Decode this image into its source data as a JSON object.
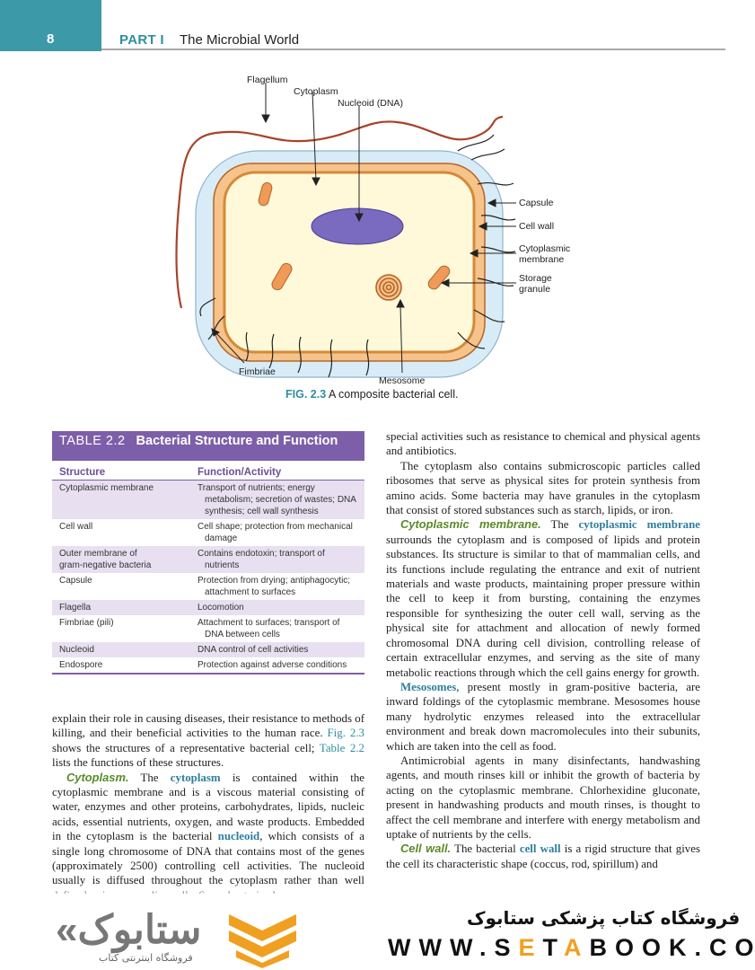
{
  "header": {
    "page_number": "8",
    "part": "PART I",
    "title": "The Microbial World"
  },
  "figure": {
    "labels": {
      "flagellum": "Flagellum",
      "cytoplasm": "Cytoplasm",
      "nucleoid": "Nucleoid (DNA)",
      "capsule": "Capsule",
      "cell_wall": "Cell wall",
      "cyto_membrane_1": "Cytoplasmic",
      "cyto_membrane_2": "membrane",
      "storage_1": "Storage",
      "storage_2": "granule",
      "fimbriae": "Fimbriae",
      "mesosome": "Mesosome"
    },
    "caption_num": "FIG. 2.3",
    "caption_text": " A composite bacterial cell.",
    "colors": {
      "capsule": "#d8ecf7",
      "wall": "#f2a65a",
      "cytoplasm": "#fff9d9",
      "nucleoid": "#7a6bc0",
      "flagellum": "#a8432a"
    }
  },
  "table": {
    "number": "TABLE 2.2",
    "title": "Bacterial Structure and Function",
    "columns": [
      "Structure",
      "Function/Activity"
    ],
    "rows": [
      {
        "s": [
          "Cytoplasmic membrane"
        ],
        "f": [
          "Transport of nutrients; energy",
          "metabolism; secretion of wastes; DNA",
          "synthesis; cell wall synthesis"
        ]
      },
      {
        "s": [
          "Cell wall"
        ],
        "f": [
          "Cell shape; protection from mechanical",
          "damage"
        ]
      },
      {
        "s": [
          "Outer membrane of",
          "gram-negative bacteria"
        ],
        "f": [
          "Contains endotoxin; transport of",
          "nutrients"
        ]
      },
      {
        "s": [
          "Capsule"
        ],
        "f": [
          "Protection from drying; antiphagocytic;",
          "attachment to surfaces"
        ]
      },
      {
        "s": [
          "Flagella"
        ],
        "f": [
          "Locomotion"
        ]
      },
      {
        "s": [
          "Fimbriae (pili)"
        ],
        "f": [
          "Attachment to surfaces; transport of",
          "DNA between cells"
        ]
      },
      {
        "s": [
          "Nucleoid"
        ],
        "f": [
          "DNA control of cell activities"
        ]
      },
      {
        "s": [
          "Endospore"
        ],
        "f": [
          "Protection against adverse conditions"
        ]
      }
    ]
  },
  "left_col": {
    "p1": "explain their role in causing diseases, their resistance to methods of killing, and their beneficial activities to the human race.",
    "p1_ref1": "Fig. 2.3",
    "p1_b": " shows the structures of a representative bacterial cell;",
    "p1_ref2": "Table 2.2",
    "p1_c": " lists the functions of these structures.",
    "p2_term": "Cytoplasm.",
    "p2_a": " The ",
    "p2_kw": "cytoplasm",
    "p2_b": " is contained within the cytoplasmic membrane and is a viscous material consisting of water, enzymes and other proteins, carbohydrates, lipids, nucleic acids, essential nutrients, oxygen, and waste products. Embedded in the cytoplasm is the bacterial ",
    "p2_kw2": "nucleoid",
    "p2_c": ", which consists of a single long chromosome of DNA that contains most of the genes (approximately 2500) controlling cell activities. The nucleoid usually is diffused throughout the cytoplasm rather than well defined as in mammalian cells. Some bacteria also"
  },
  "right_col": {
    "p1": "special activities such as resistance to chemical and physical agents and antibiotics.",
    "p2": "The cytoplasm also contains submicroscopic particles called ribosomes that serve as physical sites for protein synthesis from amino acids. Some bacteria may have granules in the cytoplasm that consist of stored substances such as starch, lipids, or iron.",
    "p3_term": "Cytoplasmic membrane.",
    "p3_a": " The ",
    "p3_kw": "cytoplasmic membrane",
    "p3_b": " surrounds the cytoplasm and is composed of lipids and protein substances. Its structure is similar to that of mammalian cells, and its functions include regulating the entrance and exit of nutrient materials and waste products, maintaining proper pressure within the cell to keep it from bursting, containing the enzymes responsible for synthesizing the outer cell wall, serving as the physical site for attachment and allocation of newly formed chromosomal DNA during cell division, controlling release of certain extracellular enzymes, and serving as the site of many metabolic reactions through which the cell gains energy for growth.",
    "p4_kw": "Mesosomes",
    "p4_b": ", present mostly in gram-positive bacteria, are inward foldings of the cytoplasmic membrane. Mesosomes house many hydrolytic enzymes released into the extracellular environment and break down macromolecules into their subunits, which are taken into the cell as food.",
    "p5": "Antimicrobial agents in many disinfectants, handwashing agents, and mouth rinses kill or inhibit the growth of bacteria by acting on the cytoplasmic membrane. Chlorhexidine gluconate, present in handwashing products and mouth rinses, is thought to affect the cell membrane and interfere with energy metabolism and uptake of nutrients by the cells.",
    "p6_term": "Cell wall.",
    "p6_a": " The bacterial ",
    "p6_kw": "cell wall",
    "p6_b": " is a rigid structure that gives the cell its characteristic shape (coccus, rod, spirillum) and"
  },
  "footer": {
    "logo_text": "«ستابوک",
    "logo_sub": "فروشگاه اینترنتی کتاب",
    "store_name": "فروشگاه کتاب پزشکی ستابوک",
    "url_a": "WWW.S",
    "url_e": "E",
    "url_t": "T",
    "url_a2": "A",
    "url_b": "BOOK.COM"
  }
}
